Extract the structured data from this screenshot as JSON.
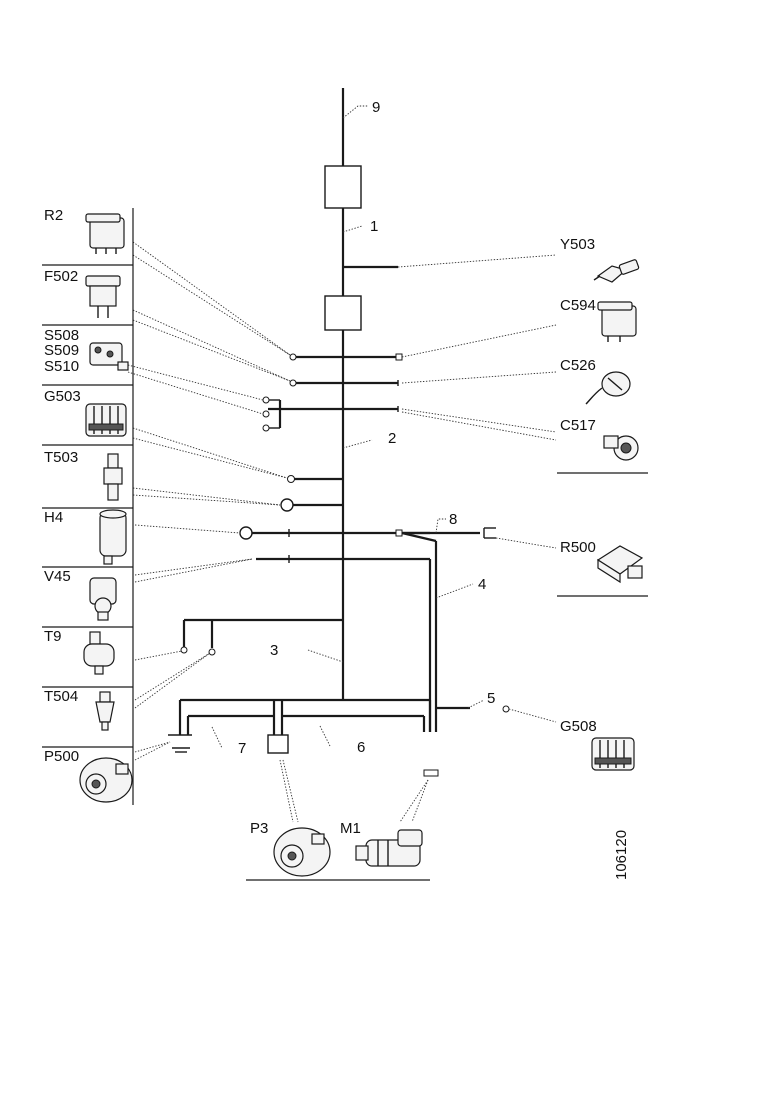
{
  "components": {
    "R2": "R2",
    "F502": "F502",
    "S508": "S508",
    "S509": "S509",
    "S510": "S510",
    "G503": "G503",
    "T503": "T503",
    "H4": "H4",
    "V45": "V45",
    "T9": "T9",
    "T504": "T504",
    "P500": "P500",
    "Y503": "Y503",
    "C594": "C594",
    "C526": "C526",
    "C517": "C517",
    "R500": "R500",
    "G508": "G508",
    "P3": "P3",
    "M1": "M1"
  },
  "harness_numbers": {
    "n1": "1",
    "n2": "2",
    "n3": "3",
    "n4": "4",
    "n5": "5",
    "n6": "6",
    "n7": "7",
    "n8": "8",
    "n9": "9"
  },
  "figure_id": "106120"
}
